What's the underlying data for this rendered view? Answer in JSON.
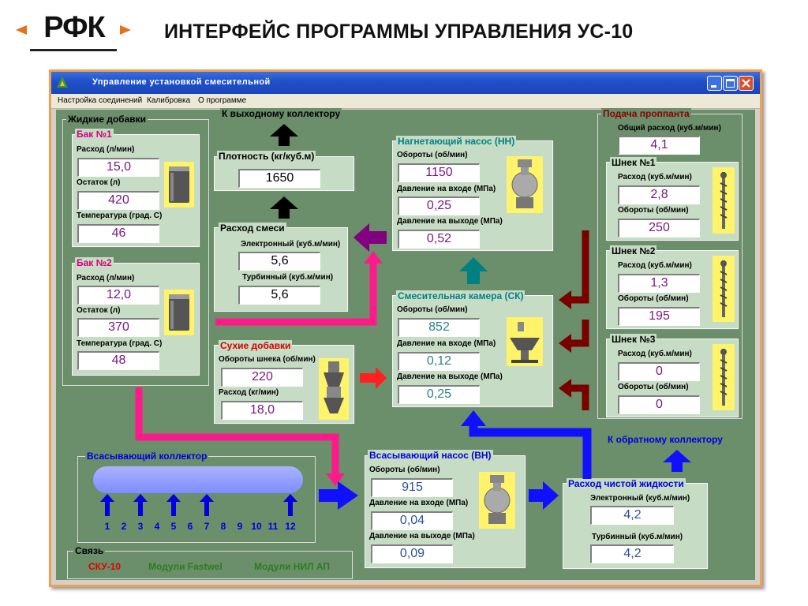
{
  "slide": {
    "logo_text": "РФК",
    "title": "ИНТЕРФЕЙС ПРОГРАММЫ УПРАВЛЕНИЯ УС-10"
  },
  "window": {
    "title": "Управление установкой смесительной",
    "menu": [
      "Настройка соединений",
      "Калибровка",
      "О программе"
    ],
    "app_icon": "app-icon",
    "controls": [
      "minimize-icon",
      "maximize-icon",
      "close-icon"
    ]
  },
  "liquid_additives": {
    "title": "Жидкие добавки",
    "tank1": {
      "title": "Бак №1",
      "flow_label": "Расход (л/мин)",
      "flow": "15,0",
      "remain_label": "Остаток (л)",
      "remain": "420",
      "temp_label": "Температура (град. С)",
      "temp": "46"
    },
    "tank2": {
      "title": "Бак №2",
      "flow_label": "Расход (л/мин)",
      "flow": "12,0",
      "remain_label": "Остаток (л)",
      "remain": "370",
      "temp_label": "Температура (град. С)",
      "temp": "48"
    }
  },
  "output_collector": {
    "label": "К выходному коллектору"
  },
  "density": {
    "title": "Плотность (кг/куб.м)",
    "value": "1650"
  },
  "mix_flow": {
    "title": "Расход смеси",
    "electronic_label": "Электронный (куб.м/мин)",
    "electronic": "5,6",
    "turbine_label": "Турбинный (куб.м/мин)",
    "turbine": "5,6"
  },
  "dry_additives": {
    "title": "Сухие добавки",
    "screw_rpm_label": "Обороты шнека (об/мин)",
    "screw_rpm": "220",
    "flow_label": "Расход (кг/мин)",
    "flow": "18,0"
  },
  "injection_pump": {
    "title": "Нагнетающий насос (НН)",
    "rpm_label": "Обороты (об/мин)",
    "rpm": "1150",
    "p_in_label": "Давление на входе (МПа)",
    "p_in": "0,25",
    "p_out_label": "Давление на выходе (МПа)",
    "p_out": "0,52"
  },
  "mixing_chamber": {
    "title": "Смесительная камера (СК)",
    "rpm_label": "Обороты (об/мин)",
    "rpm": "852",
    "p_in_label": "Давление на входе (МПа)",
    "p_in": "0,12",
    "p_out_label": "Давление на выходе (МПа)",
    "p_out": "0,25"
  },
  "proppant": {
    "title": "Подача проппанта",
    "total_label": "Общий расход (куб.м/мин)",
    "total": "4,1",
    "screw1": {
      "title": "Шнек №1",
      "flow_label": "Расход (куб.м/мин)",
      "flow": "2,8",
      "rpm_label": "Обороты (об/мин)",
      "rpm": "250"
    },
    "screw2": {
      "title": "Шнек №2",
      "flow_label": "Расход (куб.м/мин)",
      "flow": "1,3",
      "rpm_label": "Обороты (об/мин)",
      "rpm": "195"
    },
    "screw3": {
      "title": "Шнек №3",
      "flow_label": "Расход (куб.м/мин)",
      "flow": "0",
      "rpm_label": "Обороты (об/мин)",
      "rpm": "0"
    }
  },
  "return_collector": {
    "label": "К обратному коллектору"
  },
  "suction_collector": {
    "title": "Всасывающий коллектор",
    "inlets": [
      "1",
      "2",
      "3",
      "4",
      "5",
      "6",
      "7",
      "8",
      "9",
      "10",
      "11",
      "12"
    ]
  },
  "suction_pump": {
    "title": "Всасывающий насос (ВН)",
    "rpm_label": "Обороты (об/мин)",
    "rpm": "915",
    "p_in_label": "Давление на входе (МПа)",
    "p_in": "0,04",
    "p_out_label": "Давление на выходе (МПа)",
    "p_out": "0,09"
  },
  "clean_flow": {
    "title": "Расход чистой жидкости",
    "electronic_label": "Электронный (куб.м/мин)",
    "electronic": "4,2",
    "turbine_label": "Турбинный (куб.м/мин)",
    "turbine": "4,2"
  },
  "comm": {
    "title": "Связь",
    "items": [
      {
        "label": "СКУ-10",
        "color": "#e00000"
      },
      {
        "label": "Модули Fastwel",
        "color": "#2c7d1e"
      },
      {
        "label": "Модули НИЛ АП",
        "color": "#2c7d1e"
      }
    ]
  },
  "colors": {
    "magenta": "#ff1a8c",
    "blue": "#1010ff",
    "teal": "#008080",
    "dark_red": "#7a0000",
    "red": "#ff2020",
    "purple": "#800080",
    "panel": "#c6dcc4",
    "background": "#6b8e6b"
  }
}
